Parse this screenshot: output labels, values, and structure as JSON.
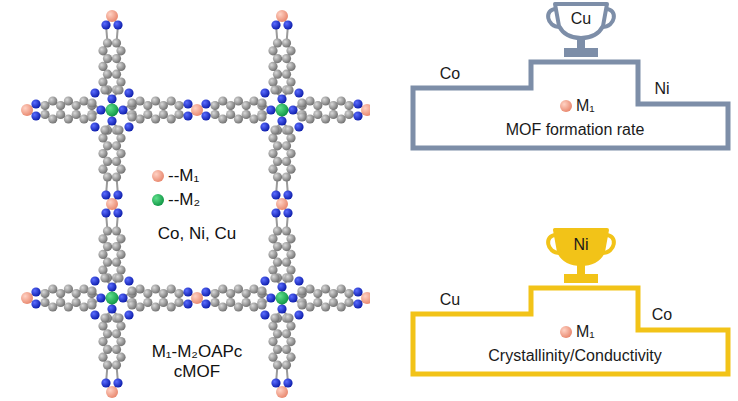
{
  "diagram": {
    "nodes": [
      {
        "text": [
          "Cu"
        ]
      },
      {
        "text": [
          "Co",
          "Ni",
          "M₁",
          "MOF formation rate"
        ]
      },
      {
        "text": [
          "Ni"
        ]
      },
      {
        "text": [
          "Cu",
          "Co",
          "M₁",
          "Crystallinity/Conductivity"
        ]
      }
    ],
    "labels": [
      "--M₁",
      "--M₂",
      "Co, Ni, Cu",
      "M₁-M₂OAPc cMOF"
    ]
  }
}
